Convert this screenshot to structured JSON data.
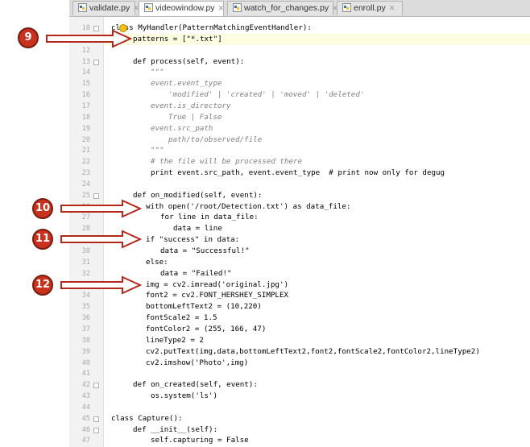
{
  "tabs": [
    {
      "label": "validate.py",
      "active": false
    },
    {
      "label": "videowindow.py",
      "active": true
    },
    {
      "label": "watch_for_changes.py",
      "active": false
    },
    {
      "label": "enroll.py",
      "active": false
    }
  ],
  "annotations": [
    {
      "label": "9"
    },
    {
      "label": "10"
    },
    {
      "label": "11"
    },
    {
      "label": "12"
    }
  ],
  "code_lines": [
    {
      "n": "10",
      "text": "class MyHandler(PatternMatchingEventHandler):"
    },
    {
      "n": "11",
      "text": "patterns = [\"*.txt\"]"
    },
    {
      "n": "12",
      "text": ""
    },
    {
      "n": "13",
      "text": "def process(self, event):"
    },
    {
      "n": "14",
      "text": "\"\"\""
    },
    {
      "n": "15",
      "text": "event.event_type"
    },
    {
      "n": "16",
      "text": "'modified' | 'created' | 'moved' | 'deleted'"
    },
    {
      "n": "17",
      "text": "event.is_directory"
    },
    {
      "n": "18",
      "text": "True | False"
    },
    {
      "n": "19",
      "text": "event.src_path"
    },
    {
      "n": "20",
      "text": "path/to/observed/file"
    },
    {
      "n": "21",
      "text": "\"\"\""
    },
    {
      "n": "22",
      "text": "# the file will be processed there"
    },
    {
      "n": "23",
      "text": "print event.src_path, event.event_type  # print now only for degug"
    },
    {
      "n": "24",
      "text": ""
    },
    {
      "n": "25",
      "text": "def on_modified(self, event):"
    },
    {
      "n": "26",
      "text": "with open('/root/Detection.txt') as data_file:"
    },
    {
      "n": "27",
      "text": "for line in data_file:"
    },
    {
      "n": "28",
      "text": "data = line"
    },
    {
      "n": "29",
      "text": "if \"success\" in data:"
    },
    {
      "n": "30",
      "text": "data = \"Successful!\""
    },
    {
      "n": "31",
      "text": "else:"
    },
    {
      "n": "32",
      "text": "data = \"Failed!\""
    },
    {
      "n": "33",
      "text": "img = cv2.imread('original.jpg')"
    },
    {
      "n": "34",
      "text": "font2 = cv2.FONT_HERSHEY_SIMPLEX"
    },
    {
      "n": "35",
      "text": "bottomLeftText2 = (10,220)"
    },
    {
      "n": "36",
      "text": "fontScale2 = 1.5"
    },
    {
      "n": "37",
      "text": "fontColor2 = (255, 166, 47)"
    },
    {
      "n": "38",
      "text": "lineType2 = 2"
    },
    {
      "n": "39",
      "text": "cv2.putText(img,data,bottomLeftText2,font2,fontScale2,fontColor2,lineType2)"
    },
    {
      "n": "40",
      "text": "cv2.imshow('Photo',img)"
    },
    {
      "n": "41",
      "text": ""
    },
    {
      "n": "42",
      "text": "def on_created(self, event):"
    },
    {
      "n": "43",
      "text": "os.system('ls')"
    },
    {
      "n": "44",
      "text": ""
    },
    {
      "n": "45",
      "text": "class Capture():"
    },
    {
      "n": "46",
      "text": "def __init__(self):"
    },
    {
      "n": "47",
      "text": "self.capturing = False"
    }
  ],
  "colors": {
    "annotation": "#c8321e",
    "keyword": "#000080",
    "string": "#008000",
    "comment": "#808080"
  }
}
